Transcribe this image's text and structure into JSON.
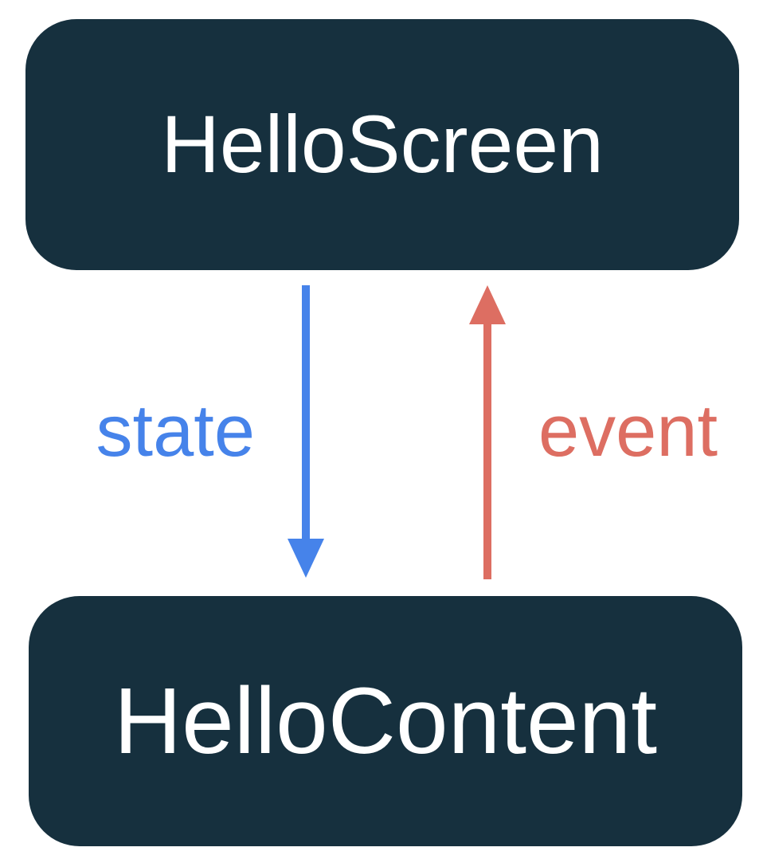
{
  "diagram": {
    "title": "unidirectional-data-flow",
    "nodes": {
      "top": {
        "label": "HelloScreen"
      },
      "bottom": {
        "label": "HelloContent"
      }
    },
    "edges": {
      "state": {
        "label": "state",
        "direction": "down",
        "from": "HelloScreen",
        "to": "HelloContent"
      },
      "event": {
        "label": "event",
        "direction": "up",
        "from": "HelloContent",
        "to": "HelloScreen"
      }
    }
  },
  "colors": {
    "background": "#FFFFFF",
    "box-bg": "#16303E",
    "box-text": "#FFFFFF",
    "state-blue": "#4683EA",
    "event-red": "#DD6E62"
  }
}
